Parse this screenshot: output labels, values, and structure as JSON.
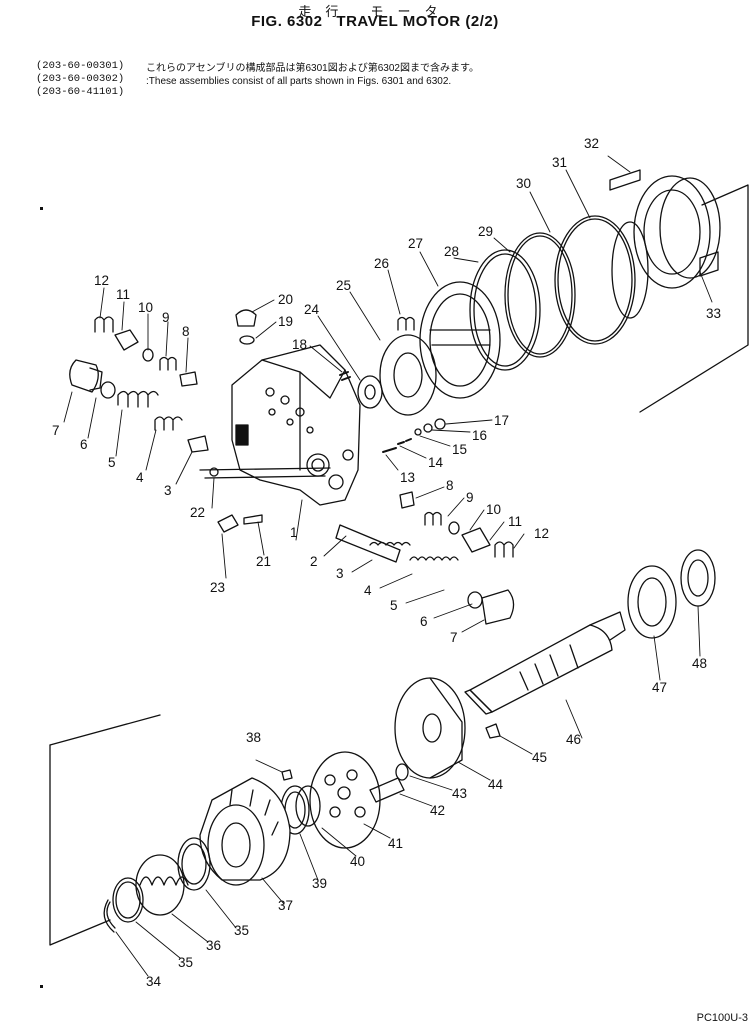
{
  "header": {
    "japanese_title": "走行 モータ",
    "figure_label": "FIG. 6302",
    "title": "TRAVEL MOTOR (2/2)"
  },
  "assembly_numbers": [
    "(203-60-00301)",
    "(203-60-00302)",
    "(203-60-41101)"
  ],
  "notes": {
    "japanese": "これらのアセンブリの構成部品は第6301図および第6302図まで含みます。",
    "english": ":These assemblies consist of all parts shown in Figs. 6301 and 6302."
  },
  "callouts": [
    "1",
    "2",
    "3",
    "3",
    "4",
    "4",
    "5",
    "5",
    "6",
    "6",
    "7",
    "7",
    "8",
    "8",
    "9",
    "9",
    "10",
    "10",
    "11",
    "11",
    "12",
    "12",
    "13",
    "14",
    "15",
    "16",
    "17",
    "18",
    "19",
    "20",
    "21",
    "22",
    "23",
    "24",
    "25",
    "26",
    "27",
    "28",
    "29",
    "30",
    "31",
    "32",
    "33",
    "34",
    "35",
    "35",
    "36",
    "37",
    "38",
    "39",
    "40",
    "41",
    "42",
    "43",
    "44",
    "45",
    "46",
    "47",
    "48"
  ],
  "footer": {
    "code": "PC100U-3"
  }
}
